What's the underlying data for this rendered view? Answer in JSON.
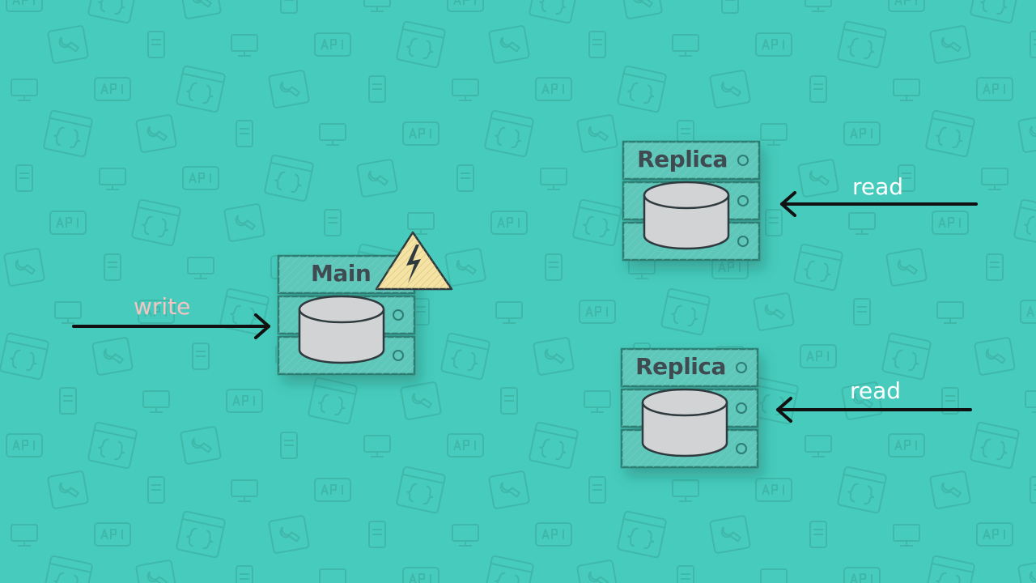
{
  "colors": {
    "background": "#47cbbc",
    "pattern": "#3fb8aa",
    "server_fill": "#5ec7b9",
    "server_stroke": "#2e7d72",
    "disk_fill": "#d2d3d5",
    "disk_stroke": "#2f3a3f",
    "label_text": "#3f4b51",
    "write_label": "#f4c4c2",
    "read_label": "#ffffff",
    "warning_fill": "#f5e3a3"
  },
  "background_pattern": {
    "icons": [
      "api-icon",
      "code-window-icon",
      "wrench-screen-icon",
      "phone-icon",
      "monitor-icon"
    ]
  },
  "servers": {
    "main": {
      "label": "Main",
      "icon": "database-icon",
      "alert": "warning-lightning-icon"
    },
    "replica_top": {
      "label": "Replica",
      "icon": "database-icon"
    },
    "replica_bottom": {
      "label": "Replica",
      "icon": "database-icon"
    }
  },
  "arrows": {
    "write": {
      "label": "write",
      "direction": "right"
    },
    "read_top": {
      "label": "read",
      "direction": "left"
    },
    "read_bottom": {
      "label": "read",
      "direction": "left"
    }
  }
}
